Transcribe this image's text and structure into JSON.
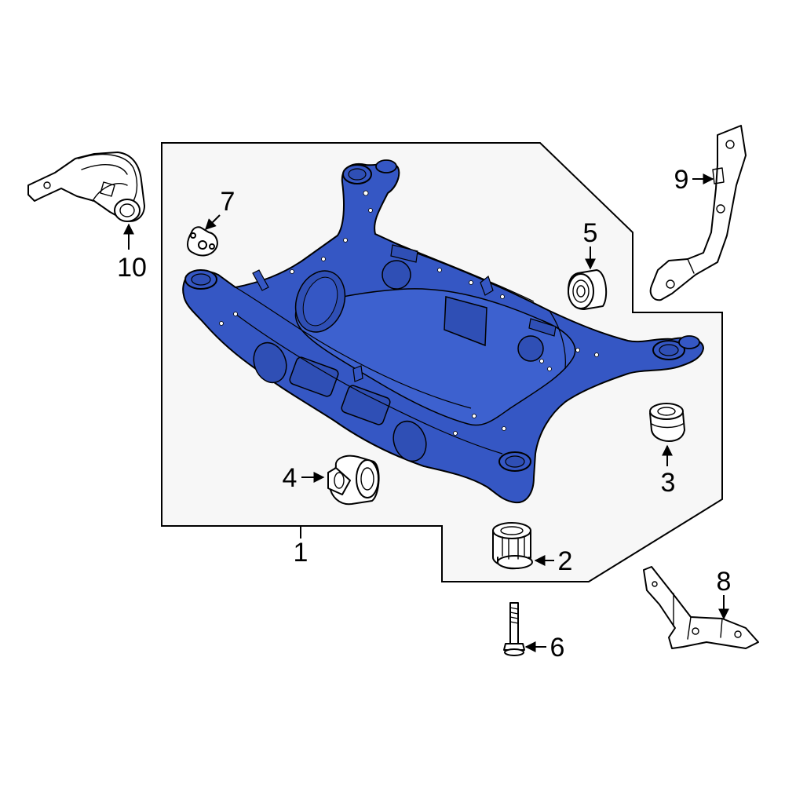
{
  "callouts": {
    "c1": "1",
    "c2": "2",
    "c3": "3",
    "c4": "4",
    "c5": "5",
    "c6": "6",
    "c7": "7",
    "c8": "8",
    "c9": "9",
    "c10": "10"
  },
  "colors": {
    "highlight_part": "#3557c4",
    "assembly_box_fill": "#f7f7f7",
    "outline": "#000000"
  }
}
